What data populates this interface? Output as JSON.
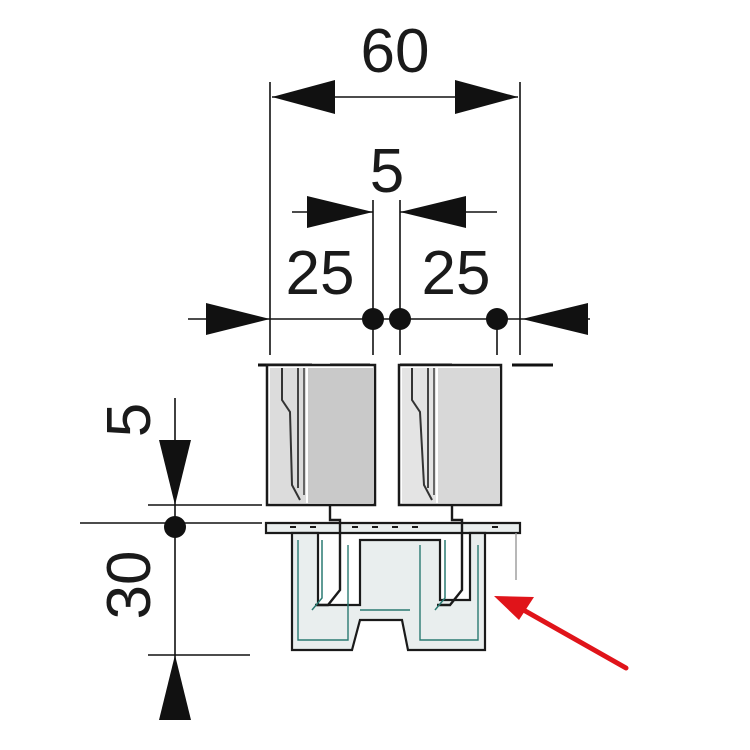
{
  "dimensions": {
    "overall_width": "60",
    "gap_width": "5",
    "left_panel_width": "25",
    "right_panel_width": "25",
    "top_offset": "5",
    "track_height": "30"
  },
  "colors": {
    "line": "#111111",
    "panel_fill": "#c9c9c9",
    "panel_fill_light": "#d8d8d8",
    "track_fill": "#e9eeee",
    "track_inner": "#2a7a72",
    "indicator_arrow": "#e0141a"
  }
}
